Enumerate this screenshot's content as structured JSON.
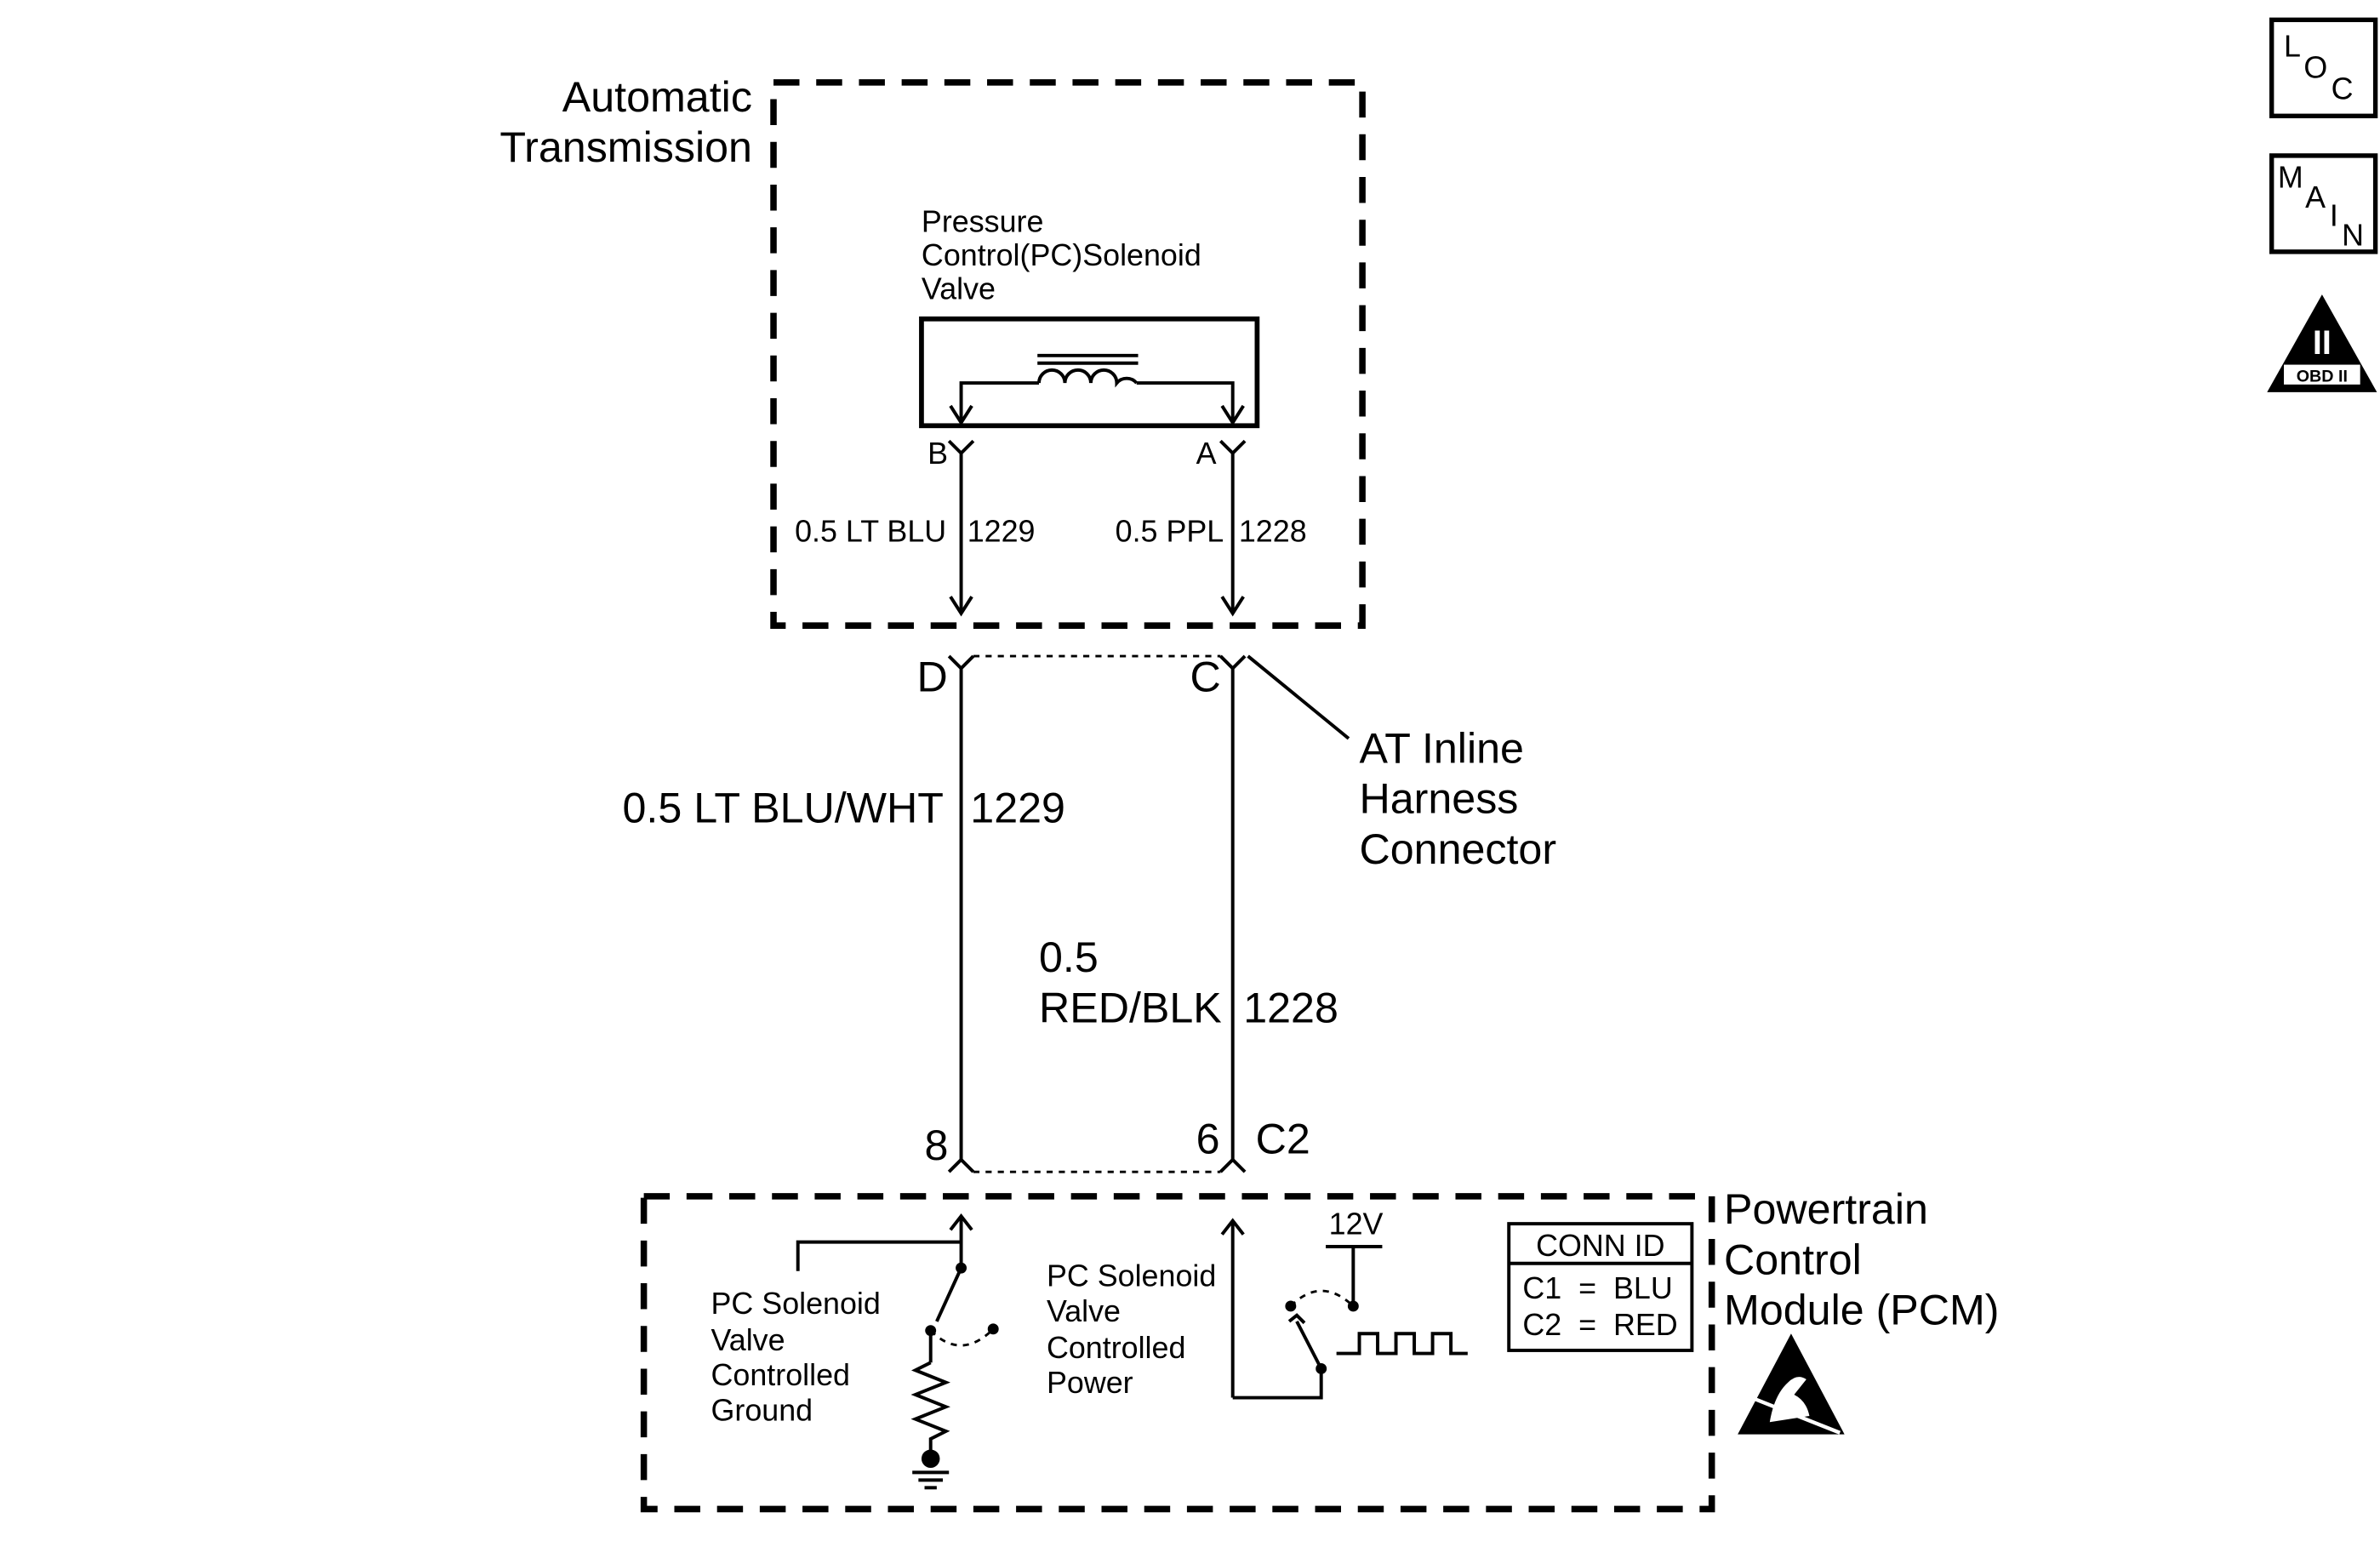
{
  "transmission": {
    "line1": "Automatic",
    "line2": "Transmission"
  },
  "solenoid": {
    "line1": "Pressure",
    "line2": "Control(PC)Solenoid",
    "line3": "Valve",
    "pin_b": "B",
    "pin_a": "A"
  },
  "wires_inner": {
    "left": {
      "color": "0.5 LT BLU",
      "circuit": "1229"
    },
    "right": {
      "color": "0.5 PPL",
      "circuit": "1228"
    }
  },
  "inline_connector": {
    "pin_d": "D",
    "pin_c": "C",
    "line1": "AT Inline",
    "line2": "Harness",
    "line3": "Connector"
  },
  "wires_outer": {
    "left": {
      "color": "0.5 LT BLU/WHT",
      "circuit": "1229"
    },
    "right": {
      "color_line1": "0.5",
      "color_line2": "RED/BLK",
      "circuit": "1228"
    }
  },
  "pcm_connector": {
    "pin_8": "8",
    "pin_6": "6",
    "id": "C2"
  },
  "pcm": {
    "line1": "Powertrain",
    "line2": "Control",
    "line3": "Module (PCM)",
    "ground_label": [
      "PC Solenoid",
      "Valve",
      "Controlled",
      "Ground"
    ],
    "power_label": [
      "PC Solenoid",
      "Valve",
      "Controlled",
      "Power"
    ],
    "voltage": "12V",
    "conn_table": {
      "header": "CONN ID",
      "rows": [
        "C1  =  BLU",
        "C2  =  RED"
      ]
    }
  },
  "side_icons": {
    "loc": {
      "l1": "L",
      "l2": "O",
      "l3": "C",
      "icon": "location-icon"
    },
    "main": {
      "l1": "M",
      "l2": "A",
      "l3": "I",
      "l4": "N",
      "icon": "main-index-icon"
    },
    "obd": {
      "numeral": "II",
      "label": "OBD II",
      "icon": "obd-ii-warning-icon"
    }
  },
  "esd_icon": "esd-sensitive-warning-icon"
}
